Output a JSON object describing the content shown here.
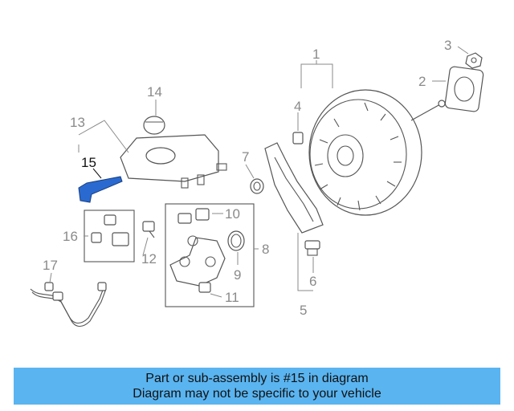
{
  "callouts": {
    "c1": "1",
    "c2": "2",
    "c3": "3",
    "c4": "4",
    "c5": "5",
    "c6": "6",
    "c7": "7",
    "c8": "8",
    "c9": "9",
    "c10": "10",
    "c11": "11",
    "c12": "12",
    "c13": "13",
    "c14": "14",
    "c15": "15",
    "c16": "16",
    "c17": "17"
  },
  "highlight": {
    "part_number": "15",
    "color": "#2a6ad0"
  },
  "banner": {
    "line1": "Part or sub-assembly is #15 in diagram",
    "line2": "Diagram may not be specific to your vehicle",
    "background": "#5ab4f0"
  }
}
